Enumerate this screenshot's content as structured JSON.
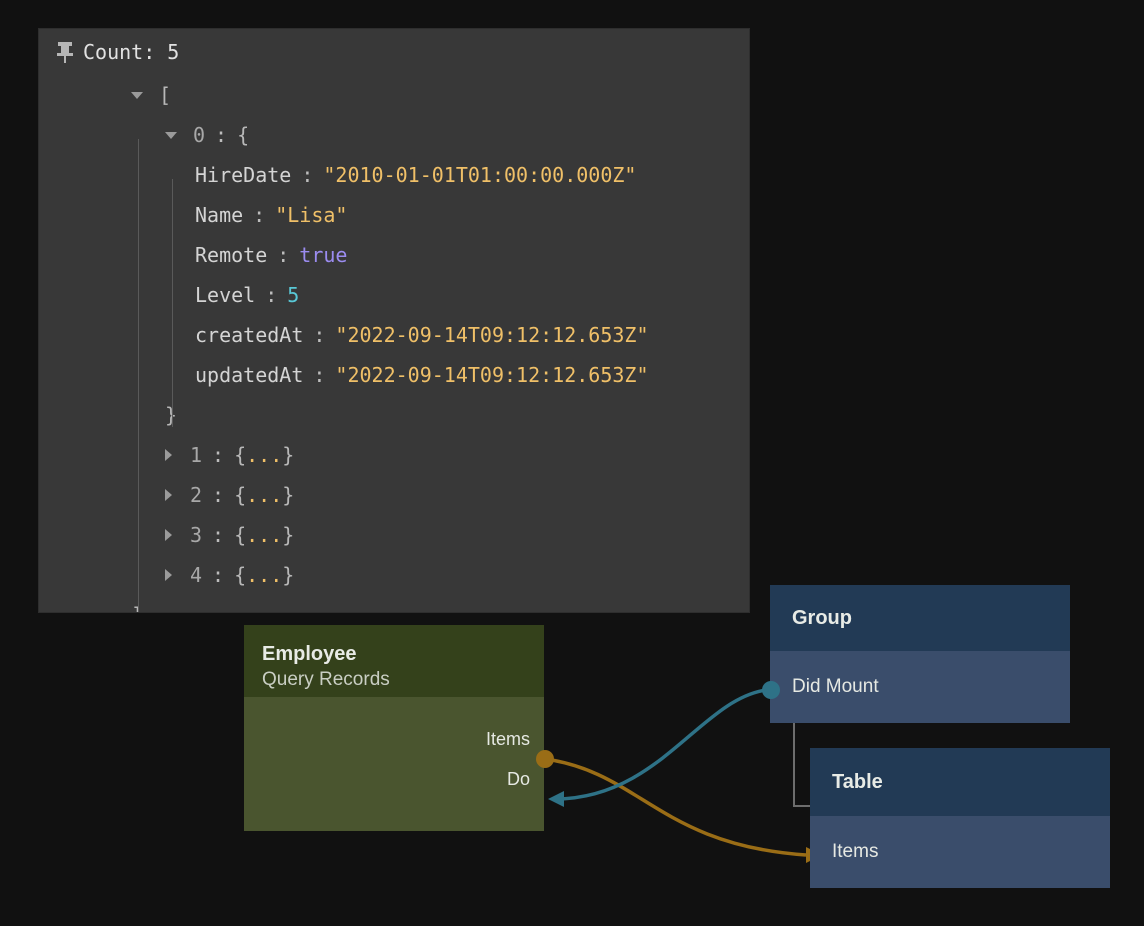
{
  "colors": {
    "page_bg": "#111111",
    "panel_bg": "#383838",
    "string_value": "#f0c068",
    "boolean_value": "#9b8cf0",
    "number_value": "#59c8d6",
    "edge_orange": "#9a6d16",
    "edge_teal": "#2e7287",
    "employee_header": "#34411b",
    "employee_body": "#4a552f",
    "blue_header": "#223a55",
    "blue_body": "#3a4d6b"
  },
  "inspector": {
    "pin_icon": "pin-icon",
    "count_label": "Count: 5",
    "open_bracket": "[",
    "close_bracket": "]",
    "expanded_item": {
      "index": "0",
      "colon": ":",
      "open_brace": "{",
      "close_brace": "}",
      "fields": [
        {
          "key": "HireDate",
          "colon": ":",
          "value": "\"2010-01-01T01:00:00.000Z\"",
          "type": "string"
        },
        {
          "key": "Name",
          "colon": ":",
          "value": "\"Lisa\"",
          "type": "string"
        },
        {
          "key": "Remote",
          "colon": ":",
          "value": "true",
          "type": "boolean"
        },
        {
          "key": "Level",
          "colon": ":",
          "value": "5",
          "type": "number"
        },
        {
          "key": "createdAt",
          "colon": ":",
          "value": "\"2022-09-14T09:12:12.653Z\"",
          "type": "string"
        },
        {
          "key": "updatedAt",
          "colon": ":",
          "value": "\"2022-09-14T09:12:12.653Z\"",
          "type": "string"
        }
      ]
    },
    "collapsed_items": [
      {
        "index": "1",
        "colon": ":",
        "open_brace": "{",
        "dots": "...",
        "close_brace": "}"
      },
      {
        "index": "2",
        "colon": ":",
        "open_brace": "{",
        "dots": "...",
        "close_brace": "}"
      },
      {
        "index": "3",
        "colon": ":",
        "open_brace": "{",
        "dots": "...",
        "close_brace": "}"
      },
      {
        "index": "4",
        "colon": ":",
        "open_brace": "{",
        "dots": "...",
        "close_brace": "}"
      }
    ]
  },
  "graph": {
    "nodes": {
      "employee": {
        "title": "Employee",
        "subtitle": "Query Records",
        "ports": [
          {
            "label": "Items",
            "direction": "output",
            "connector": "dot",
            "color": "#9a6d16"
          },
          {
            "label": "Do",
            "direction": "input",
            "connector": "arrow",
            "color": "#2e7287"
          }
        ]
      },
      "group": {
        "title": "Group",
        "ports": [
          {
            "label": "Did Mount",
            "direction": "output",
            "connector": "dot",
            "color": "#2e7287"
          }
        ]
      },
      "table": {
        "title": "Table",
        "ports": [
          {
            "label": "Items",
            "direction": "input",
            "connector": "arrow",
            "color": "#9a6d16"
          }
        ]
      }
    },
    "edges": [
      {
        "from": "employee.Items",
        "to": "table.Items",
        "color": "#9a6d16"
      },
      {
        "from": "group.DidMount",
        "to": "employee.Do",
        "color": "#2e7287"
      }
    ]
  }
}
